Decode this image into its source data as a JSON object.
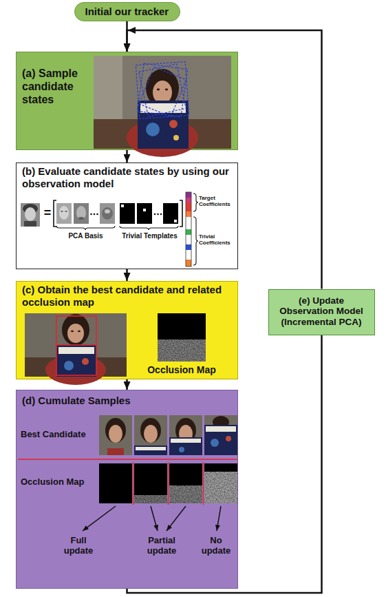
{
  "diagram": {
    "nodes": [
      {
        "text": [
          "Initial our tracker"
        ]
      },
      {
        "text": [
          "(a) Sample candidate states"
        ]
      },
      {
        "text": [
          "(b) Evaluate candidate states by using our observation model",
          "=",
          "PCA Basis",
          "Trivial Templates",
          "Target Coefficients",
          "Trivial Coefficients"
        ]
      },
      {
        "text": [
          "(c) Obtain the best candidate and related occlusion map",
          "Occlusion Map"
        ]
      },
      {
        "text": [
          "(d) Cumulate Samples",
          "Best Candidate",
          "Occlusion Map",
          "Full update",
          "Partial update",
          "No update"
        ]
      },
      {
        "text": [
          "(e) Update Observation Model (Incremental PCA)"
        ]
      }
    ],
    "edges": [
      {
        "from": 0,
        "to": 1,
        "arrow": "to"
      },
      {
        "from": 1,
        "to": 2,
        "arrow": "to"
      },
      {
        "from": 2,
        "to": 3,
        "arrow": "to"
      },
      {
        "from": 3,
        "to": 4,
        "arrow": "to"
      },
      {
        "from": 4,
        "to": 5,
        "arrow": "none"
      },
      {
        "from": 5,
        "to": 1,
        "arrow": "to"
      }
    ]
  }
}
